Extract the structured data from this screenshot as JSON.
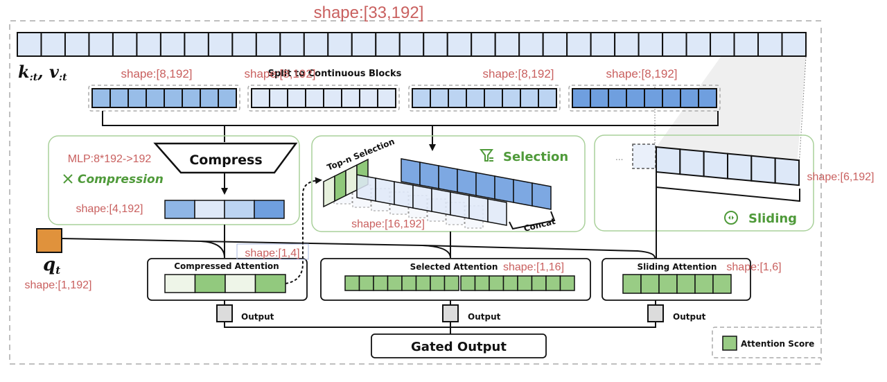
{
  "diagram": {
    "title_shape": "shape:[33,192]",
    "kv_label": "k:t, v:t",
    "kv_label_main": "k",
    "kv_label_sub1": ":t",
    "kv_label_sep": ", ",
    "kv_label_main2": "v",
    "kv_label_sub2": ":t",
    "top_sequence_cells": 33,
    "split_label": "Split to Continuous Blocks",
    "blocks": [
      {
        "shape": "shape:[8,192]",
        "cells": 8,
        "color": "#98bde8"
      },
      {
        "shape": "shape:[8,192]",
        "cells": 8,
        "color": "#dfe9f8"
      },
      {
        "shape": "shape:[8,192]",
        "cells": 8,
        "color": "#bcd4f2"
      },
      {
        "shape": "shape:[8,192]",
        "cells": 8,
        "color": "#6f9fdf"
      }
    ],
    "compression": {
      "title": "Compression",
      "icon": "compress-arrows-icon",
      "mlp_label": "MLP:8*192->192",
      "compress_label": "Compress",
      "output_shape": "shape:[4,192]",
      "cells": [
        "#8fb6e6",
        "#dfe9f8",
        "#bcd4f2",
        "#6f9fdf"
      ]
    },
    "selection": {
      "title": "Selection",
      "icon": "filter-icon",
      "topn_label": "Top-n Selection",
      "concat_label": "Concat",
      "output_shape": "shape:[16,192]",
      "topn_cells": [
        "#e6f0dc",
        "#8fc87a",
        "#e6f0dc",
        "#8fc87a"
      ]
    },
    "sliding": {
      "title": "Sliding",
      "icon": "sliding-window-icon",
      "ellipsis": "...",
      "cells": 6,
      "output_shape": "shape:[6,192]"
    },
    "query": {
      "label": "q",
      "sub": "t",
      "shape": "shape:[1,192]",
      "color": "#e0923c"
    },
    "attention": [
      {
        "title": "Compressed Attention",
        "shape": "shape:[1,4]",
        "scores": [
          "#eef5e8",
          "#92c97e",
          "#eef5e8",
          "#92c97e"
        ]
      },
      {
        "title": "Selected Attention",
        "shape": "shape:[1,16]",
        "cells": 16
      },
      {
        "title": "Sliding Attention",
        "shape": "shape:[1,6]",
        "cells": 6
      }
    ],
    "output_label": "Output",
    "gated_output_label": "Gated Output",
    "legend": {
      "label": "Attention Score",
      "color": "#99cc85"
    },
    "colors": {
      "kv_cell": "#dde8f8",
      "score_green": "#99cc85",
      "panel_border": "#a9d09a",
      "shape_text": "#c9605f",
      "output_box": "#dcdcdc"
    }
  }
}
